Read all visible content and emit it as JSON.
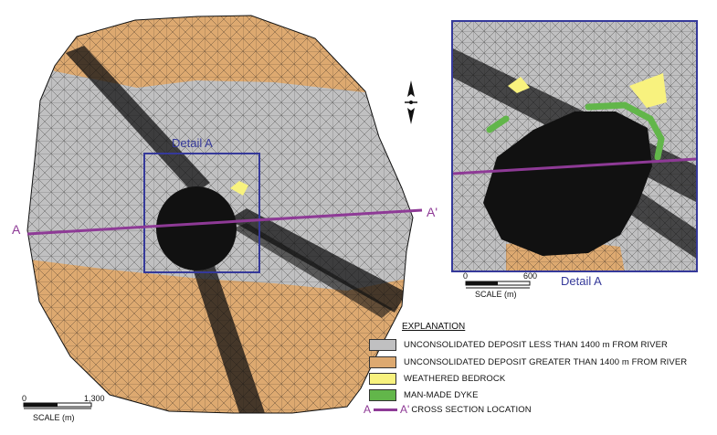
{
  "colors": {
    "near_river": "#c0c0c1",
    "far_river": "#dda970",
    "bedrock": "#f8f27e",
    "dyke": "#62b64a",
    "section": "#8e3a96",
    "detail_box": "#35399a",
    "mesh": "#111111"
  },
  "section": {
    "start": "A",
    "end": "A'"
  },
  "detail": {
    "label": "Detail A",
    "inset_label": "Detail A"
  },
  "north_arrow": {
    "icon": "north-arrow-icon"
  },
  "scale_main": {
    "zero": "0",
    "value": "1,300",
    "unit": "SCALE (m)"
  },
  "scale_detail": {
    "zero": "0",
    "value": "600",
    "unit": "SCALE (m)"
  },
  "legend": {
    "title": "EXPLANATION",
    "items": [
      {
        "label": "UNCONSOLIDATED DEPOSIT LESS THAN 1400 m FROM RIVER",
        "color": "#c0c0c1"
      },
      {
        "label": "UNCONSOLIDATED DEPOSIT GREATER THAN 1400 m FROM RIVER",
        "color": "#dda970"
      },
      {
        "label": "WEATHERED BEDROCK",
        "color": "#f8f27e"
      },
      {
        "label": "MAN-MADE DYKE",
        "color": "#62b64a"
      }
    ],
    "section_start": "A",
    "section_end": "A'",
    "section_label": "CROSS SECTION LOCATION"
  }
}
